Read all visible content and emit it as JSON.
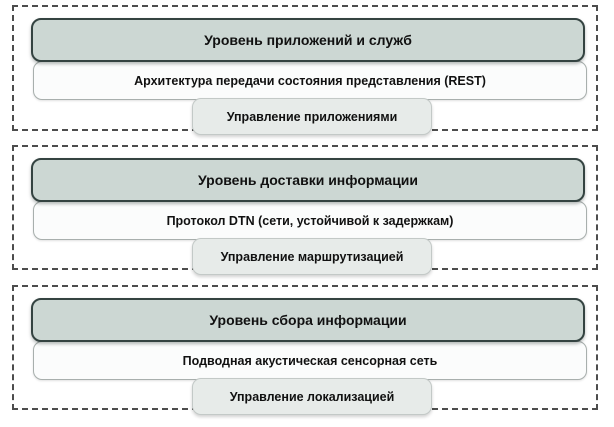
{
  "diagram": {
    "title": "Layered network architecture diagram",
    "colors": {
      "header_fill": "#ccd7d3",
      "header_border": "#344341",
      "sub_fill": "#fbfcfc",
      "sub_border": "#a8afad",
      "tag_fill": "#e7ebe9",
      "tag_border": "#c3c9c7",
      "dashed_border": "#4d4d4d",
      "text": "#111111",
      "background": "#ffffff"
    },
    "sections": [
      {
        "header": "Уровень приложений и служб",
        "sub": "Архитектура передачи состояния представления (REST)",
        "tag": "Управление приложениями"
      },
      {
        "header": "Уровень доставки информации",
        "sub": "Протокол DTN (сети, устойчивой к задержкам)",
        "tag": "Управление маршрутизацией"
      },
      {
        "header": "Уровень сбора информации",
        "sub": "Подводная акустическая сенсорная сеть",
        "tag": "Управление локализацией"
      }
    ]
  }
}
